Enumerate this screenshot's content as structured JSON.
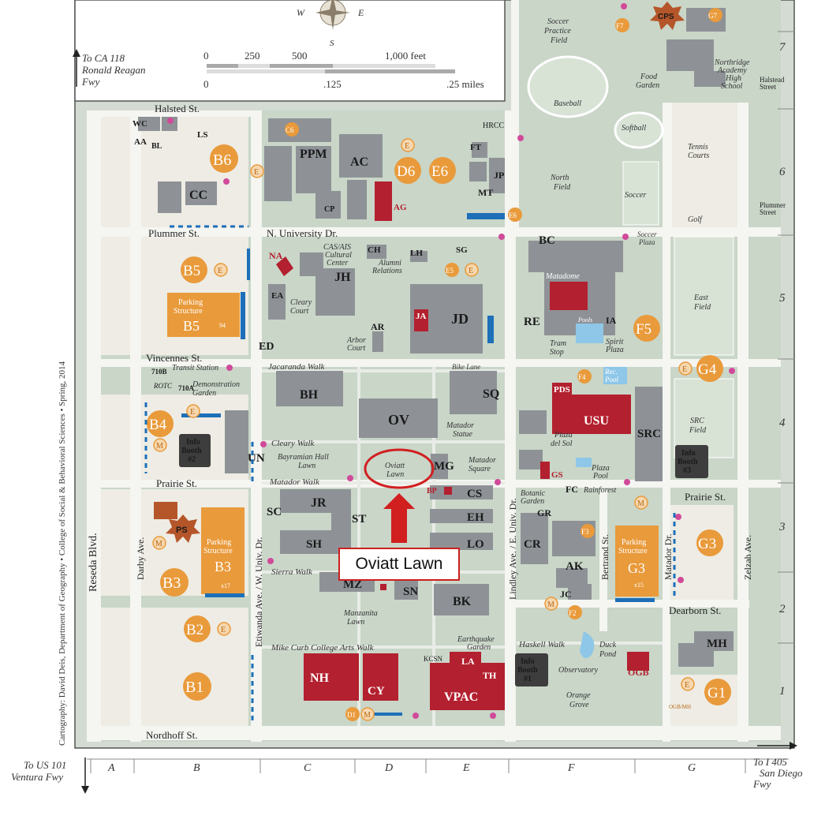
{
  "directions": {
    "top_left_lines": [
      "To CA 118",
      "Ronald Reagan",
      "Fwy"
    ],
    "bottom_left_lines": [
      "To US 101",
      "Ventura Fwy"
    ],
    "bottom_right_lines": [
      "To I 405",
      "San Diego",
      "Fwy"
    ]
  },
  "compass": {
    "w": "W",
    "e": "E",
    "s": "S"
  },
  "scale": {
    "feet_ticks": [
      "0",
      "250",
      "500",
      "1,000 feet"
    ],
    "mile_ticks": [
      "0",
      ".125",
      ".25 miles"
    ]
  },
  "credit": "Cartography: David Deis, Department of Geography • College of Social & Behavioral Sciences • Spring, 2014",
  "grid": {
    "columns": [
      "A",
      "B",
      "C",
      "D",
      "E",
      "F",
      "G"
    ],
    "rows": [
      "7",
      "6",
      "5",
      "4",
      "3",
      "2",
      "1"
    ]
  },
  "streets": {
    "halsted": "Halsted St.",
    "plummer": "Plummer St.",
    "n_university": "N. University Dr.",
    "vincennes": "Vincennes St.",
    "prairie_w": "Prairie St.",
    "prairie_e": "Prairie St.",
    "nordhoff": "Nordhoff St.",
    "dearborn": "Dearborn St.",
    "reseda": "Reseda Blvd.",
    "darby": "Darby Ave.",
    "etiwanda": "Etiwanda Ave. / W. Univ. Dr.",
    "lindley": "Lindley Ave. / E. Univ. Dr.",
    "zelzah": "Zelzah Ave.",
    "bertrand": "Bertrand St.",
    "matador_dr": "Matador Dr.",
    "halstead_street_lines": [
      "Halstead",
      "Street"
    ],
    "plummer_street_lines": [
      "Plummer",
      "Street"
    ]
  },
  "walks": {
    "jacaranda": "Jacaranda Walk",
    "cleary": "Cleary Walk",
    "matador": "Matador Walk",
    "sierra": "Sierra Walk",
    "mike_curb": "Mike Curb College Arts Walk",
    "haskell": "Haskell Walk",
    "bike_lane": "Bike Lane"
  },
  "buildings": {
    "WC": "WC",
    "AA": "AA",
    "BL": "BL",
    "LS": "LS",
    "CC": "CC",
    "PPM": "PPM",
    "AC": "AC",
    "CP": "CP",
    "AG": "AG",
    "FT": "FT",
    "JP": "JP",
    "MT": "MT",
    "HRCC": "HRCC",
    "NA": "NA",
    "JH": "JH",
    "CH": "CH",
    "LH": "LH",
    "SG": "SG",
    "EA": "EA",
    "AR": "AR",
    "JA": "JA",
    "JD": "JD",
    "ED": "ED",
    "BC": "BC",
    "RE": "RE",
    "IA": "IA",
    "BH": "BH",
    "OV": "OV",
    "SQ": "SQ",
    "UN": "UN",
    "MG": "MG",
    "BP": "BP",
    "CS": "CS",
    "EH": "EH",
    "LO": "LO",
    "SC": "SC",
    "JR": "JR",
    "ST": "ST",
    "SH": "SH",
    "MZ": "MZ",
    "SN": "SN",
    "BK": "BK",
    "NH": "NH",
    "CY": "CY",
    "LA": "LA",
    "TH": "TH",
    "VPAC": "VPAC",
    "KCSN": "KCSN",
    "PDS": "PDS",
    "USU": "USU",
    "SRC": "SRC",
    "GS": "GS",
    "FC": "FC",
    "GR": "GR",
    "CR": "CR",
    "AK": "AK",
    "JC": "JC",
    "MH": "MH",
    "OGB": "OGB",
    "CPS": "CPS",
    "PS": "PS",
    "ROTC": "ROTC",
    "B710": "710B",
    "A710": "710A"
  },
  "areas": {
    "cas_ais_lines": [
      "CAS/AIS",
      "Cultural",
      "Center"
    ],
    "alumni_lines": [
      "Alumni",
      "Relations"
    ],
    "cleary_court_lines": [
      "Cleary",
      "Court"
    ],
    "arbor_court_lines": [
      "Arbor",
      "Court"
    ],
    "transit_station": "Transit Station",
    "demo_garden_lines": [
      "Demonstration",
      "Garden"
    ],
    "bayramian_lines": [
      "Bayramian Hall",
      "Lawn"
    ],
    "oviatt_lawn_lines": [
      "Oviatt",
      "Lawn"
    ],
    "matador_statue_lines": [
      "Matador",
      "Statue"
    ],
    "matador_square_lines": [
      "Matador",
      "Square"
    ],
    "manzanita_lines": [
      "Manzanita",
      "Lawn"
    ],
    "earthquake_garden_lines": [
      "Earthquake",
      "Garden"
    ],
    "soccer_practice_lines": [
      "Soccer",
      "Practice",
      "Field"
    ],
    "baseball": "Baseball",
    "food_garden_lines": [
      "Food",
      "Garden"
    ],
    "northridge_academy_lines": [
      "Northridge",
      "Academy",
      "High",
      "School"
    ],
    "softball": "Softball",
    "tennis_lines": [
      "Tennis",
      "Courts"
    ],
    "north_field_lines": [
      "North",
      "Field"
    ],
    "soccer": "Soccer",
    "golf": "Golf",
    "soccer_plaza_lines": [
      "Soccer",
      "Plaza"
    ],
    "matadome": "Matadome",
    "pools": "Pools",
    "tram_stop_lines": [
      "Tram",
      "Stop"
    ],
    "spirit_plaza_lines": [
      "Spirit",
      "Plaza"
    ],
    "east_field_lines": [
      "East",
      "Field"
    ],
    "rec_pool_lines": [
      "Rec.",
      "Pool"
    ],
    "src_field_lines": [
      "SRC",
      "Field"
    ],
    "plaza_del_sol_lines": [
      "Plaza",
      "del Sol"
    ],
    "plaza_pool_lines": [
      "Plaza",
      "Pool"
    ],
    "botanic_garden_lines": [
      "Botanic",
      "Garden"
    ],
    "rainforest": "Rainforest",
    "duck_pond_lines": [
      "Duck",
      "Pond"
    ],
    "observatory": "Observatory",
    "orange_grove_lines": [
      "Orange",
      "Grove"
    ]
  },
  "info_booths": {
    "b2_lines": [
      "Info",
      "Booth",
      "#2"
    ],
    "b3_lines": [
      "Info",
      "Booth",
      "#3"
    ],
    "b1_lines": [
      "Info",
      "Booth",
      "#1"
    ]
  },
  "parking": {
    "B6": "B6",
    "B5": "B5",
    "B4": "B4",
    "B3": "B3",
    "B2": "B2",
    "B1": "B1",
    "D6": "D6",
    "E6": "E6",
    "F5": "F5",
    "G4": "G4",
    "G3": "G3",
    "G1": "G1",
    "E6_small": "E6",
    "E5_small": "E5",
    "F4_small": "F4",
    "F3_small": "F3",
    "F2_small": "F2",
    "F7_small": "F7",
    "G7_small": "G7",
    "C6_small": "C6",
    "D1_small": "D1",
    "E_letter": "E",
    "M_letter": "M",
    "structure_lines": [
      "Parking",
      "Structure"
    ],
    "b5_struct": "B5",
    "b3_struct": "B3",
    "g3_struct": "G3",
    "b5_badge": "94",
    "b3_badge": "x17",
    "g3_badge": "x15",
    "ogb_mh": "OGB/MH"
  },
  "callout": {
    "label": "Oviatt Lawn"
  },
  "colors": {
    "background": "#d3dbd3",
    "campus_green": "#c9d6c8",
    "building_grey": "#8e9296",
    "building_red": "#b3202f",
    "parking_orange": "#e99a3b",
    "lot_light": "#f1efe8",
    "road": "#f5f5f2",
    "accent_blue": "#1d6fb8",
    "callout_red": "#d11f1f"
  }
}
